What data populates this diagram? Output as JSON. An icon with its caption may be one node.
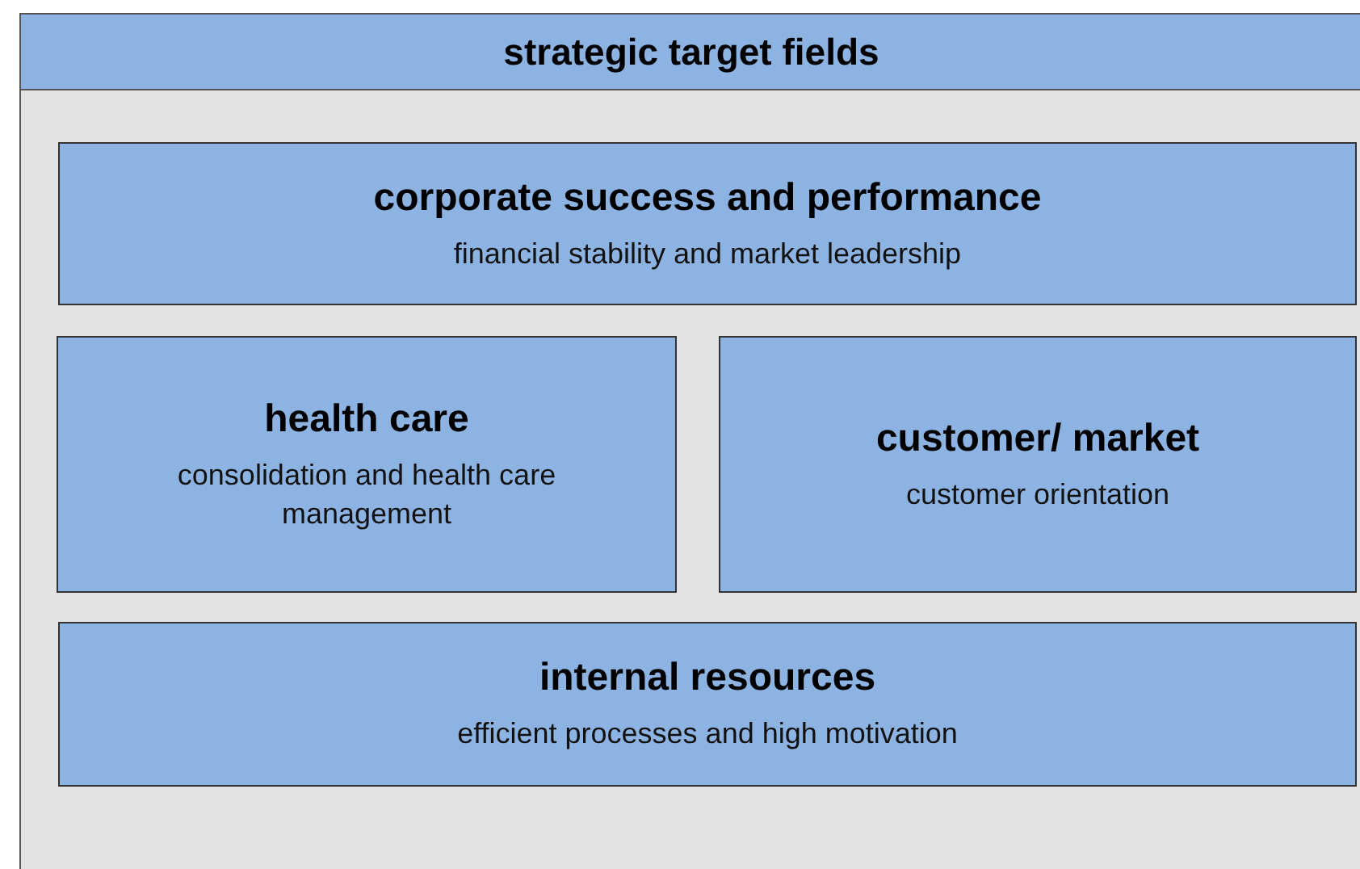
{
  "diagram": {
    "nodes": [
      {
        "text": [
          "strategic target fields"
        ]
      },
      {
        "text": [
          "corporate success and performance",
          "financial stability and market leadership"
        ],
        "in": 0
      },
      {
        "text": [
          "health care",
          "consolidation and health care management"
        ],
        "in": 0
      },
      {
        "text": [
          "customer/ market",
          "customer orientation"
        ],
        "in": 0
      },
      {
        "text": [
          "internal resources",
          "efficient processes and high motivation"
        ],
        "in": 0
      }
    ]
  }
}
